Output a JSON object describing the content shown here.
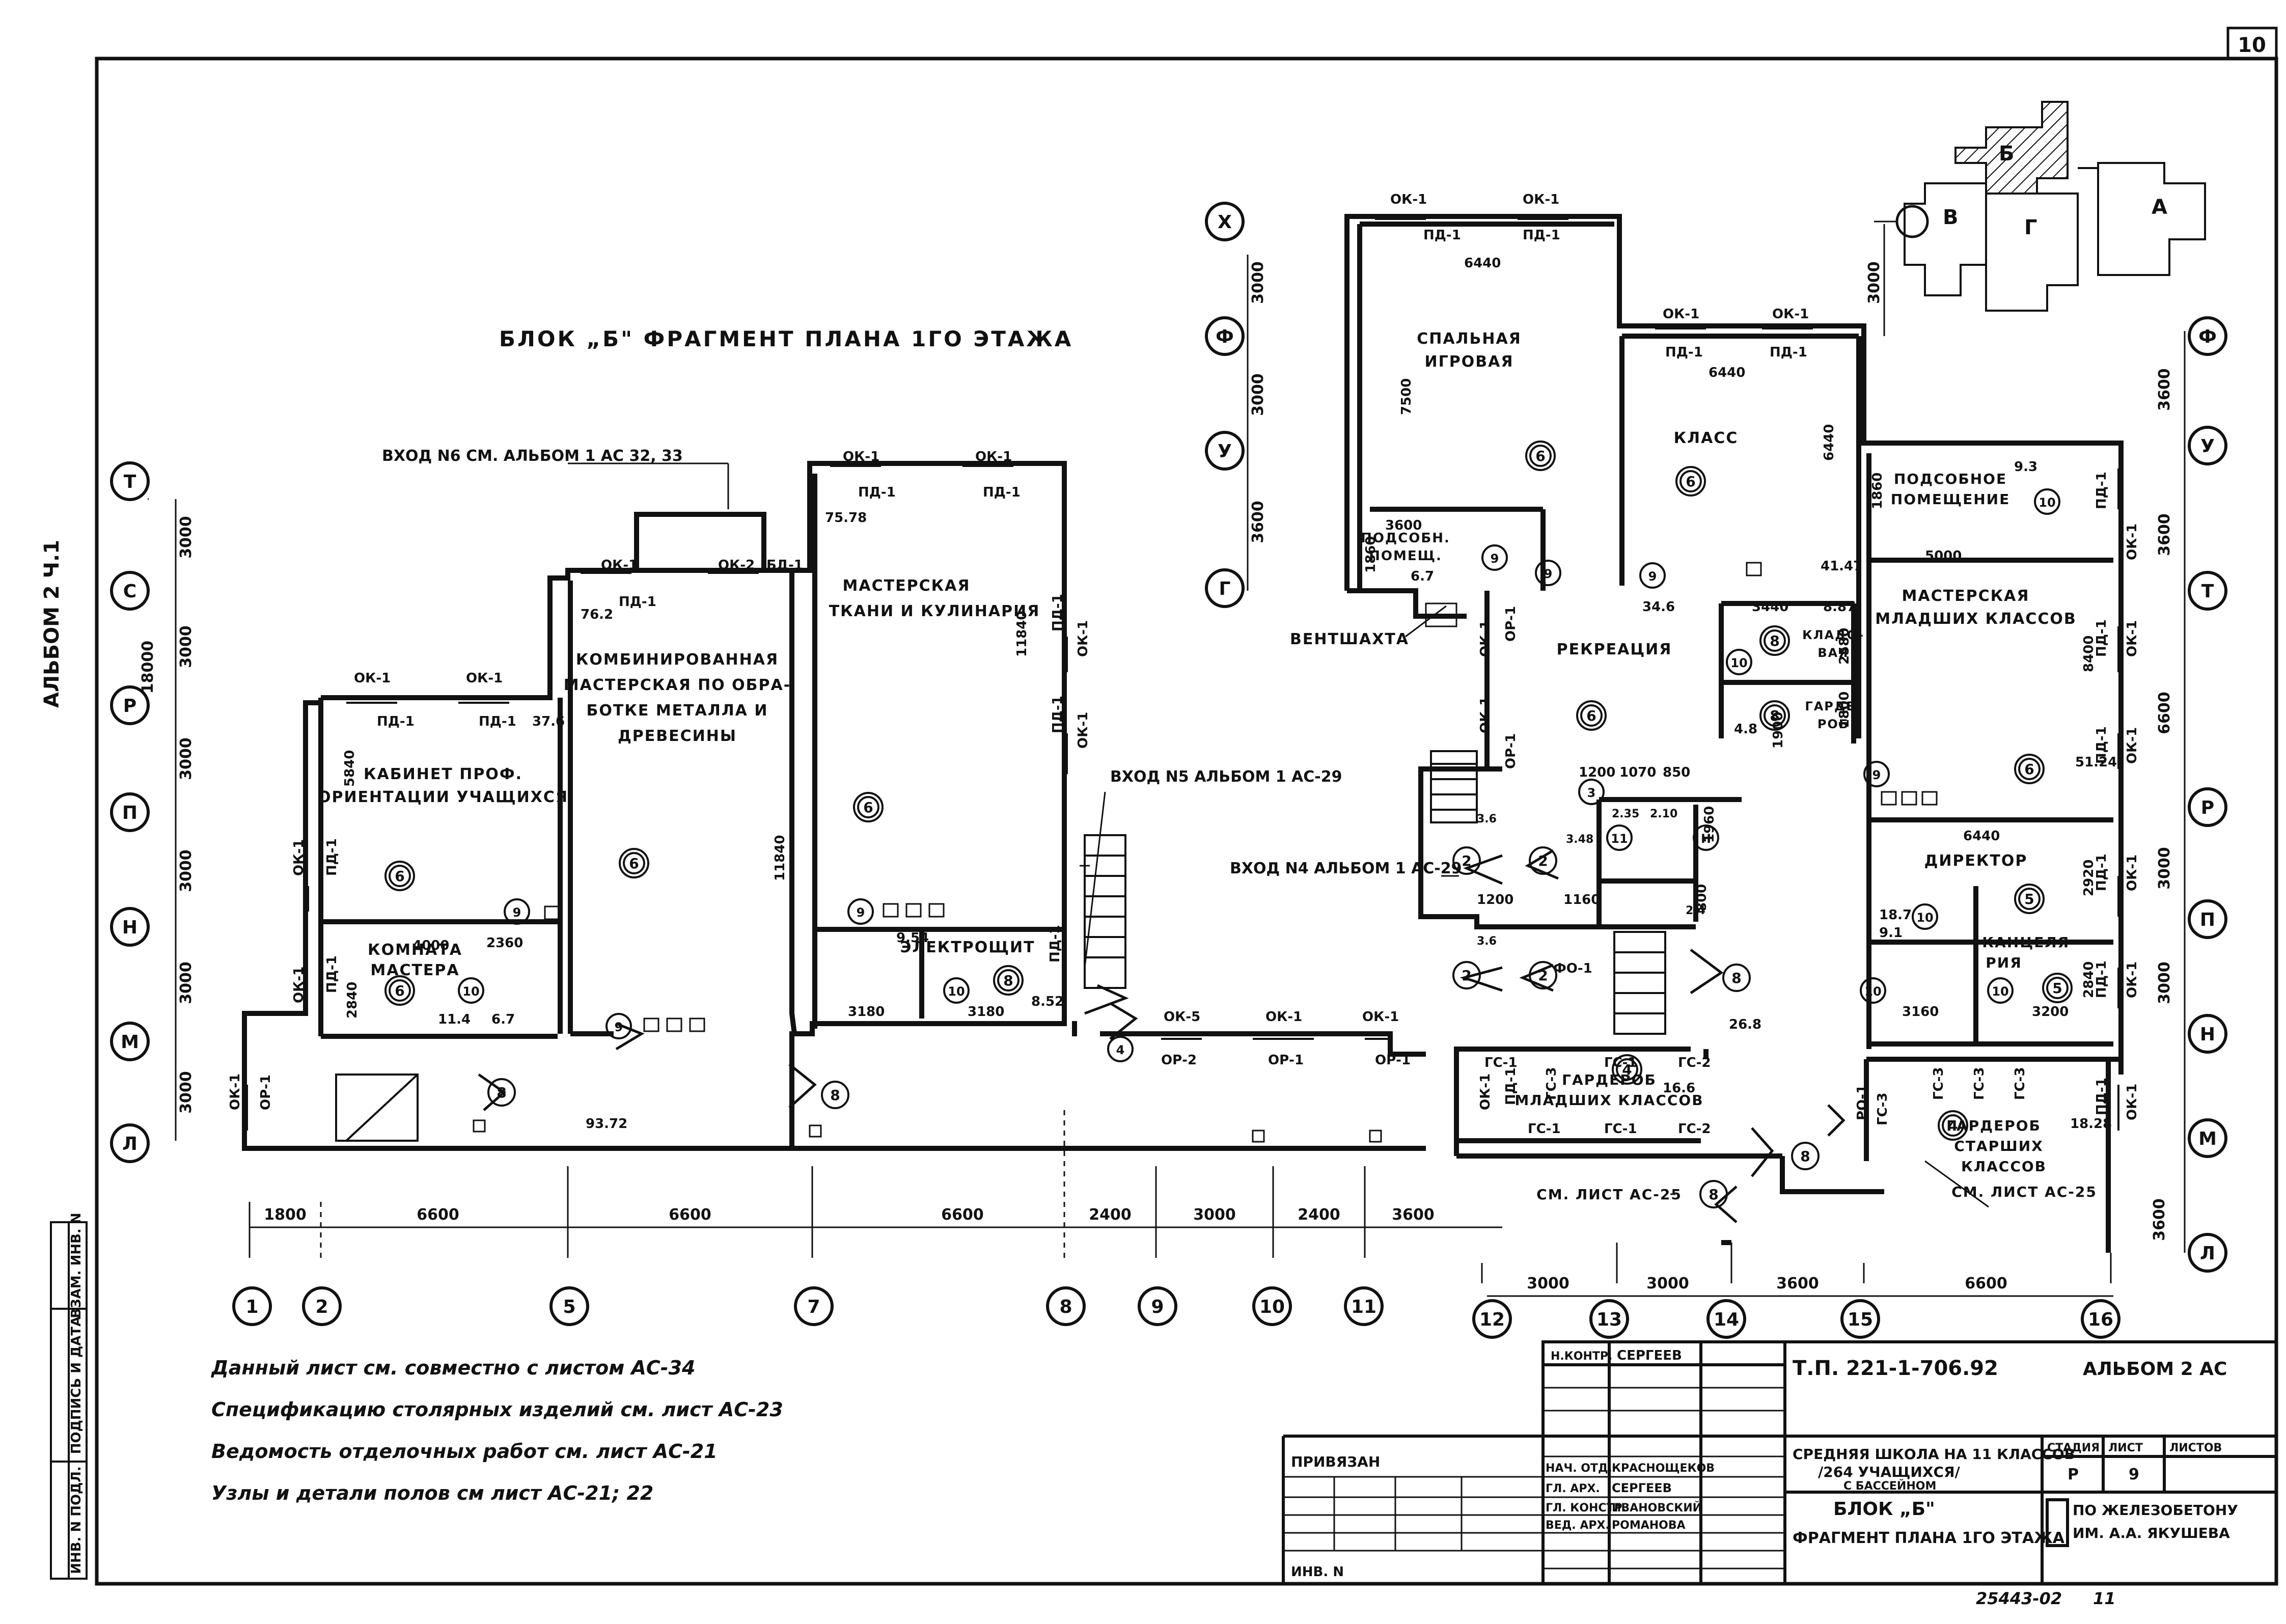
{
  "sheet": {
    "number": "10",
    "album_side": "АЛЬБОМ 2  Ч.1",
    "bottom_code": "25443-02",
    "bottom_sheet": "11"
  },
  "plan_title": "БЛОК „Б\" ФРАГМЕНТ ПЛАНА 1ГО ЭТАЖА",
  "block_key": {
    "labels": [
      "Б",
      "В",
      "Г",
      "А"
    ],
    "dim": "3000"
  },
  "entrances": {
    "n6": "ВХОД N6 СМ. АЛЬБОМ 1 АС 32, 33",
    "n5": "ВХОД N5 АЛЬБОМ 1 АС-29",
    "n4": "ВХОД N4 АЛЬБОМ 1 АС-29"
  },
  "rooms": {
    "career_cab": [
      "КАБИНЕТ ПРОФ.",
      "ОРИЕНТАЦИИ УЧАЩИХСЯ"
    ],
    "master_room": [
      "КОМНАТА",
      "МАСТЕРА"
    ],
    "combined_workshop": [
      "КОМБИНИРОВАННАЯ",
      "МАСТЕРСКАЯ ПО ОБРА-",
      "БОТКЕ МЕТАЛЛА И",
      "ДРЕВЕСИНЫ"
    ],
    "textile_workshop": [
      "МАСТЕРСКАЯ",
      "ТКАНИ И КУЛИНАРИЯ"
    ],
    "electro": "ЭЛЕКТРОЩИТ",
    "sleep_play": [
      "СПАЛЬНАЯ",
      "ИГРОВАЯ"
    ],
    "aux_small": [
      "ПОДСОБН.",
      "ПОМЕЩ."
    ],
    "class": "КЛАСС",
    "vent": "ВЕНТШАХТА",
    "recreation": "РЕКРЕАЦИЯ",
    "pantry": [
      "КЛАДО-",
      "ВАЯ"
    ],
    "wardrobe_small": [
      "ГАРДЕ-",
      "РОБ"
    ],
    "aux_room": [
      "ПОДСОБНОЕ",
      "ПОМЕЩЕНИЕ"
    ],
    "junior_workshop": [
      "МАСТЕРСКАЯ",
      "МЛАДШИХ КЛАССОВ"
    ],
    "director": "ДИРЕКТОР",
    "office": [
      "КАНЦЕЛЯ-",
      "РИЯ"
    ],
    "junior_wardrobe": [
      "ГАРДЕРОБ",
      "МЛАДШИХ КЛАССОВ"
    ],
    "senior_wardrobe": [
      "ГАРДЕРОБ",
      "СТАРШИХ",
      "КЛАССОВ"
    ],
    "see_sheet_1": "СМ. ЛИСТ АС-25",
    "see_sheet_2": "СМ. ЛИСТ АС-25"
  },
  "areas": {
    "career": "37.6",
    "master": "11.4",
    "master_b": "6.7",
    "combined": "76.2",
    "textile": "75.78",
    "electro": "8.52",
    "electro_b": "9.54",
    "corridor": "93.72",
    "aux_small": "6.7",
    "aux_room": "9.3",
    "class": "41.47",
    "pantry": "8.87",
    "wardrobe": "4.8",
    "junior_workshop": "51.24",
    "director": "18.7",
    "director_b": "9.1",
    "wardrobe_junior": "16.6",
    "wardrobe_senior": "18.28",
    "vest": "26.8",
    "r34": "34.6",
    "wc1": "2.35",
    "wc2": "2.10",
    "wc3": "3.48",
    "wc4": "3.6",
    "wc5": "3.6",
    "wc6": "2.4"
  },
  "room_dims": {
    "career_w": "5840",
    "career_l": "4000",
    "master_w": "2840",
    "master_b": "2360",
    "combined_h": "11840",
    "textile_h": "11840",
    "el_w1": "3180",
    "el_w2": "3180",
    "sleep_w": "6440",
    "sleep_h": "7500",
    "aux_w": "3600",
    "aux_h": "1860",
    "class_w": "6440",
    "class_h": "6440",
    "pantry_w": "3440",
    "pantry_h": "2580",
    "wardrobe_h": "1800",
    "aux_room_h": "1860",
    "junior_w": "5000",
    "junior_h": "8400",
    "director_w": "6440",
    "director_h": "2920",
    "office_h": "2840",
    "office_w1": "3160",
    "office_w2": "3200",
    "wc_w1": "1200",
    "wc_w2": "1070",
    "wc_w3": "850",
    "wc_h": "1960",
    "wc_h2": "1200",
    "wc_h3": "1160",
    "wc_b": "800",
    "wc_c": "1900"
  },
  "window_marks": {
    "ok1": "ОК-1",
    "ok2": "ОК-2",
    "ok5": "ОК-5",
    "pd1": "ПД-1",
    "bd1": "БД-1",
    "or1": "ОР-1",
    "or2": "ОР-2",
    "fo1": "ФО-1",
    "gs1": "ГС-1",
    "gs2": "ГС-2",
    "gs3": "ГС-3",
    "ro1": "РО-1"
  },
  "grid": {
    "columns": [
      "1",
      "2",
      "5",
      "7",
      "8",
      "9",
      "10",
      "11",
      "12",
      "13",
      "14",
      "15",
      "16"
    ],
    "rows_left": [
      "Т",
      "С",
      "Р",
      "П",
      "Н",
      "М",
      "Л"
    ],
    "rows_right": [
      "Ф",
      "У",
      "Т",
      "Р",
      "П",
      "Н",
      "М",
      "Л"
    ],
    "rows_top": [
      "Х",
      "Ф",
      "У",
      "Г"
    ],
    "bottom_dims_left": [
      "1800",
      "6600",
      "6600",
      "6600",
      "2400",
      "3000",
      "2400",
      "3600"
    ],
    "bottom_dims_right": [
      "3000",
      "3000",
      "3600",
      "6600"
    ],
    "left_dims": [
      "3000",
      "3000",
      "3000",
      "3000",
      "3000",
      "3000"
    ],
    "left_total": "18000",
    "right_dims": [
      "3600",
      "3600",
      "6600",
      "3000",
      "3000"
    ],
    "top_dims": [
      "3000",
      "3000",
      "3600"
    ]
  },
  "notes": [
    "Данный лист см. совместно с листом АС-34",
    "Спецификацию столярных изделий см. лист АС-23",
    "Ведомость отделочных работ см. лист АС-21",
    "Узлы и детали полов см лист АС-21; 22"
  ],
  "title_block": {
    "project": "Т.П. 221-1-706.92",
    "album": "АЛЬБОМ 2   АС",
    "n_kontr_label": "Н.КОНТР.",
    "n_kontr_name": "СЕРГЕЕВ",
    "school_1": "СРЕДНЯЯ ШКОЛА НА 11 КЛАССОВ",
    "school_2": "/264 УЧАЩИХСЯ/",
    "school_3": "С БАССЕЙНОМ",
    "stage_label": "СТАДИЯ",
    "sheet_label": "ЛИСТ",
    "sheets_label": "ЛИСТОВ",
    "stage": "Р",
    "sheet_no": "9",
    "block": "БЛОК „Б\"",
    "fragment": "ФРАГМЕНТ ПЛАНА 1ГО ЭТАЖА",
    "org_1": "ПО ЖЕЛЕЗОБЕТОНУ",
    "org_2": "ИМ. А.А. ЯКУШЕВА",
    "privyazan": "ПРИВЯЗАН",
    "inv": "ИНВ. N",
    "roles": [
      "НАЧ. ОТД.",
      "ГЛ. АРХ.",
      "ГЛ. КОНСТР.",
      "ВЕД. АРХ."
    ],
    "names": [
      "КРАСНОЩЕКОВ",
      "СЕРГЕЕВ",
      "ИВАНОВСКИЙ",
      "РОМАНОВА"
    ]
  },
  "side_stamp": [
    "ВЗАМ. ИНВ. N",
    "ПОДПИСЬ И ДАТА",
    "ИНВ. N ПОДЛ."
  ]
}
